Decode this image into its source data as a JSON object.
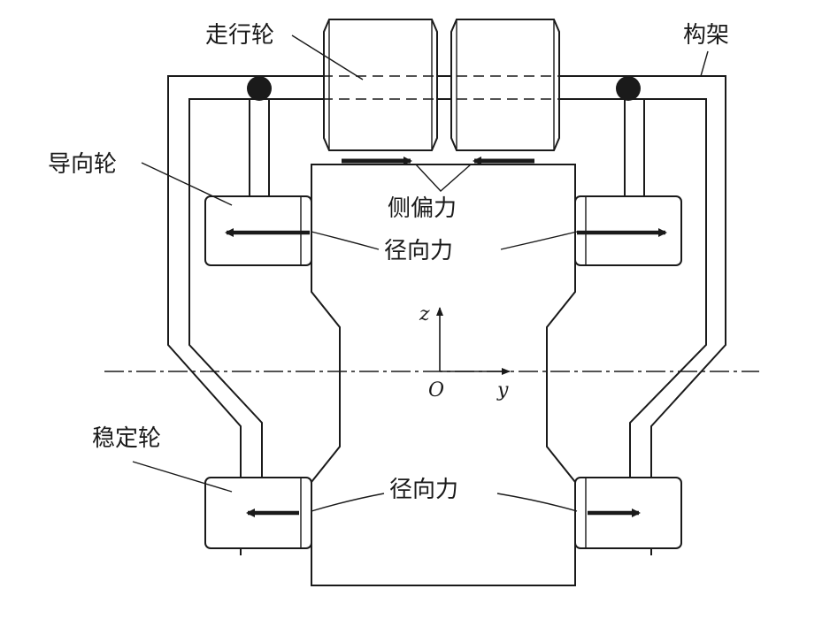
{
  "labels": {
    "running_wheel": "走行轮",
    "frame": "构架",
    "guide_wheel": "导向轮",
    "lateral_force": "侧偏力",
    "radial_force_top": "径向力",
    "radial_force_bottom": "径向力",
    "stabilizing_wheel": "稳定轮"
  },
  "axes": {
    "z": "z",
    "y": "y",
    "origin": "O"
  },
  "colors": {
    "line": "#1a1a1a",
    "background": "#ffffff"
  }
}
